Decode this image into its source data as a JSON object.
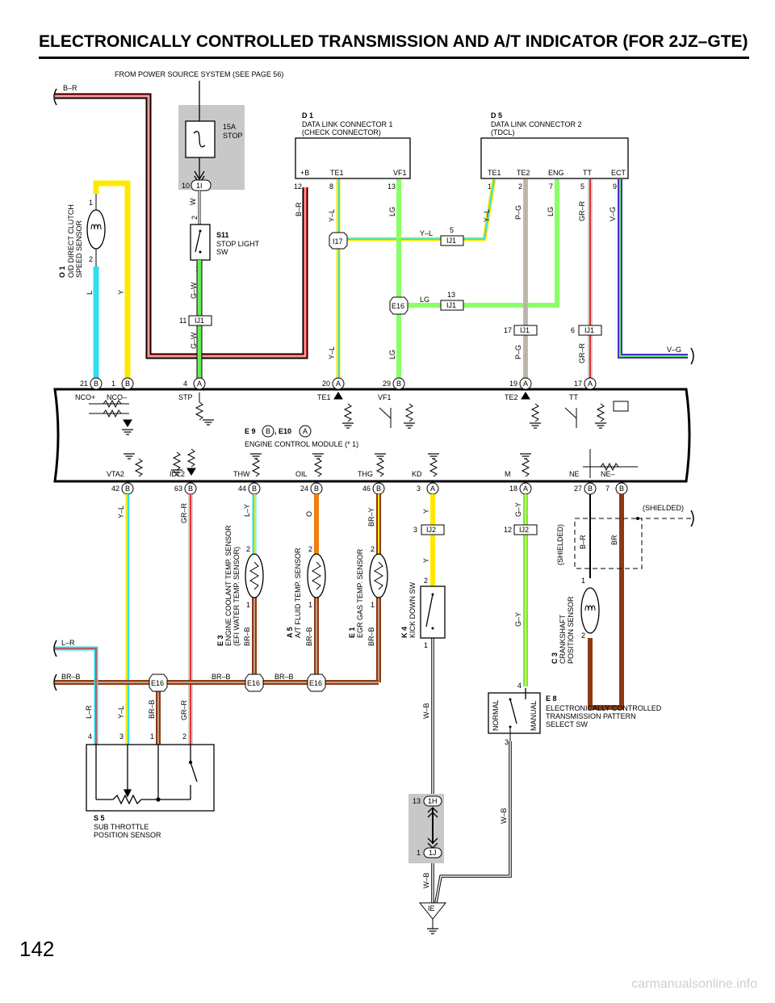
{
  "title": "ELECTRONICALLY CONTROLLED TRANSMISSION AND A/T INDICATOR (FOR 2JZ–GTE)",
  "page_number": "142",
  "watermark": "carmanualsonline.info",
  "power_note": "FROM POWER SOURCE SYSTEM (SEE PAGE 56)",
  "fuse": {
    "line1": "15A",
    "line2": "STOP"
  },
  "ecm": {
    "label1": "E 9",
    "c1": "B",
    "comma": ", E10",
    "c2": "A",
    "label2": "ENGINE CONTROL MODULE (* 1)"
  },
  "top_pins": [
    {
      "num": "21",
      "conn": "B",
      "label": "NCO+"
    },
    {
      "num": "1",
      "conn": "B",
      "label": "NCO–"
    },
    {
      "num": "4",
      "conn": "A",
      "label": "STP"
    },
    {
      "num": "20",
      "conn": "A",
      "label": "TE1"
    },
    {
      "num": "29",
      "conn": "B",
      "label": "VF1"
    },
    {
      "num": "19",
      "conn": "A",
      "label": "TE2"
    },
    {
      "num": "17",
      "conn": "A",
      "label": "TT"
    }
  ],
  "bottom_pins": [
    {
      "num": "42",
      "conn": "B",
      "label": "VTA2"
    },
    {
      "num": "63",
      "conn": "B",
      "label": "IDL2"
    },
    {
      "num": "44",
      "conn": "B",
      "label": "THW"
    },
    {
      "num": "24",
      "conn": "B",
      "label": "OIL"
    },
    {
      "num": "46",
      "conn": "B",
      "label": "THG"
    },
    {
      "num": "3",
      "conn": "A",
      "label": "KD"
    },
    {
      "num": "18",
      "conn": "A",
      "label": "M"
    },
    {
      "num": "27",
      "conn": "B",
      "label": "NE"
    },
    {
      "num": "7",
      "conn": "B",
      "label": "NE–"
    }
  ],
  "d1": {
    "id": "D 1",
    "name1": "DATA LINK CONNECTOR 1",
    "name2": "(CHECK CONNECTOR)",
    "pins": [
      "+B",
      "TE1",
      "VF1"
    ],
    "nums": [
      "12",
      "8",
      "13"
    ]
  },
  "d5": {
    "id": "D 5",
    "name1": "DATA LINK CONNECTOR 2",
    "name2": "(TDCL)",
    "pins": [
      "TE1",
      "TE2",
      "ENG",
      "TT",
      "ECT"
    ],
    "nums": [
      "1",
      "2",
      "7",
      "5",
      "9"
    ]
  },
  "o1": {
    "id": "O 1",
    "name1": "O/D DIRECT CLUTCH",
    "name2": "SPEED SENSOR",
    "p1": "1",
    "p2": "2"
  },
  "s11": {
    "id": "S11",
    "name1": "STOP LIGHT",
    "name2": "SW",
    "p1": "2",
    "p2": "1"
  },
  "e3": {
    "id": "E 3",
    "name1": "ENGINE COOLANT TEMP. SENSOR",
    "name2": "(EFI WATER TEMP. SENSOR)",
    "p1": "2",
    "p2": "1"
  },
  "a5": {
    "id": "A 5",
    "name1": "A/T FLUID TEMP. SENSOR",
    "p1": "2",
    "p2": "1"
  },
  "e1": {
    "id": "E 1",
    "name1": "EGR GAS TEMP. SENSOR",
    "p1": "2",
    "p2": "1"
  },
  "k4": {
    "id": "K 4",
    "name1": "KICK DOWN SW",
    "p1": "2",
    "p2": "1"
  },
  "c3": {
    "id": "C 3",
    "name1": "CRANKSHAFT",
    "name2": "POSITION SENSOR",
    "p1": "1",
    "p2": "2"
  },
  "e8": {
    "id": "E 8",
    "name1": "ELECTRONICALLY CONTROLLED",
    "name2": "TRANSMISSION PATTERN",
    "name3": "SELECT SW",
    "normal": "NORMAL",
    "manual": "MANUAL",
    "p1": "4",
    "p2": "3"
  },
  "s5": {
    "id": "S 5",
    "name1": "SUB THROTTLE",
    "name2": "POSITION SENSOR",
    "pins": [
      "4",
      "3",
      "1",
      "2"
    ]
  },
  "shielded": "(SHIELDED)",
  "junctions": {
    "i1": {
      "label": "1I",
      "num": "10"
    },
    "ij1_a": {
      "label": "IJ1",
      "num": "11"
    },
    "ij1_b": {
      "label": "IJ1",
      "num": "5"
    },
    "ij1_c": {
      "label": "IJ1",
      "num": "13"
    },
    "ij1_d": {
      "label": "IJ1",
      "num": "17"
    },
    "ij1_e": {
      "label": "IJ1",
      "num": "6"
    },
    "ij2_a": {
      "label": "IJ2",
      "num": "3"
    },
    "ij2_b": {
      "label": "IJ2",
      "num": "12"
    },
    "i17": "I17",
    "e16": "E16",
    "h1": {
      "label": "1H",
      "num": "13"
    },
    "j1": {
      "label": "1J",
      "num": "1"
    },
    "ie": "IE"
  },
  "wires": {
    "br": "B–R",
    "w": "W",
    "gw": "G–W",
    "l": "L",
    "y": "Y",
    "yl": "Y–L",
    "lg": "LG",
    "pg": "P–G",
    "grr": "GR–R",
    "vg": "V–G",
    "ly": "L–Y",
    "o": "O",
    "bry": "BR–Y",
    "gy": "G–Y",
    "brb": "BR–B",
    "wb": "W–B",
    "lr": "L–R",
    "brw": "BR"
  },
  "colors": {
    "yellow": "#ffe800",
    "cyan": "#33ddee",
    "green": "#66ee55",
    "lightgreen": "#88ff66",
    "red": "#e23333",
    "orange": "#f07f10",
    "brown": "#8b3a10",
    "violet": "#4b30c8",
    "pink": "#e4a0ce",
    "gray": "#cfcfcf",
    "fusebox": "#c8c8c8"
  }
}
